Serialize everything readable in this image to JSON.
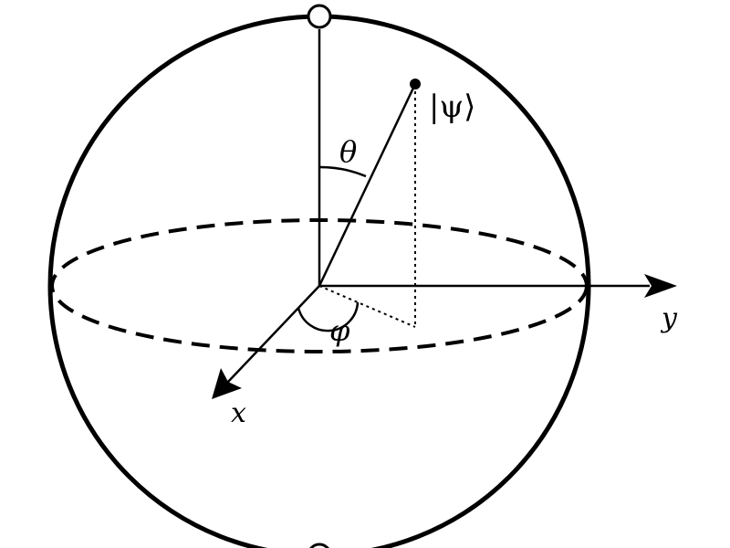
{
  "labels": {
    "state": "|ψ⟩",
    "theta": "θ",
    "phi": "φ",
    "x_axis": "x",
    "y_axis": "y"
  },
  "colors": {
    "stroke": "#000000",
    "background": "#ffffff"
  }
}
